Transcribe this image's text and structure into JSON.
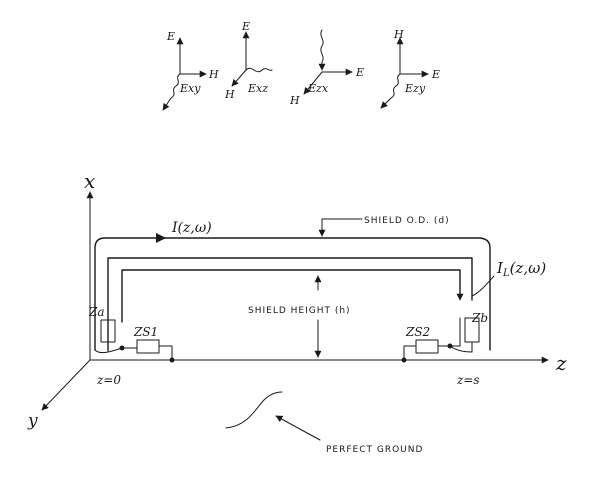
{
  "field_orientations": [
    {
      "id": "Exy",
      "up_label": "E",
      "right_label": "H",
      "wave_label": "Exy"
    },
    {
      "id": "Exz",
      "up_label": "E",
      "down_label": "H",
      "wave_label": "Exz"
    },
    {
      "id": "Ezx",
      "right_label": "E",
      "down_label": "H",
      "wave_label": "Ezx"
    },
    {
      "id": "Ezy",
      "up_label": "H",
      "right_label": "E",
      "wave_label": "Ezy"
    }
  ],
  "axes": {
    "x_label": "x",
    "y_label": "y",
    "z_label": "z"
  },
  "labels": {
    "current_main": "I(z,ω)",
    "current_load": "I",
    "current_load_sub": "L",
    "current_load_args": "(z,ω)",
    "shield_od": "SHIELD O.D. (d)",
    "shield_height": "SHIELD HEIGHT (h)",
    "za": "Za",
    "zb": "Zb",
    "zs1": "ZS1",
    "zs2": "ZS2",
    "z0": "z=0",
    "zs": "z=s",
    "ground": "PERFECT GROUND"
  }
}
